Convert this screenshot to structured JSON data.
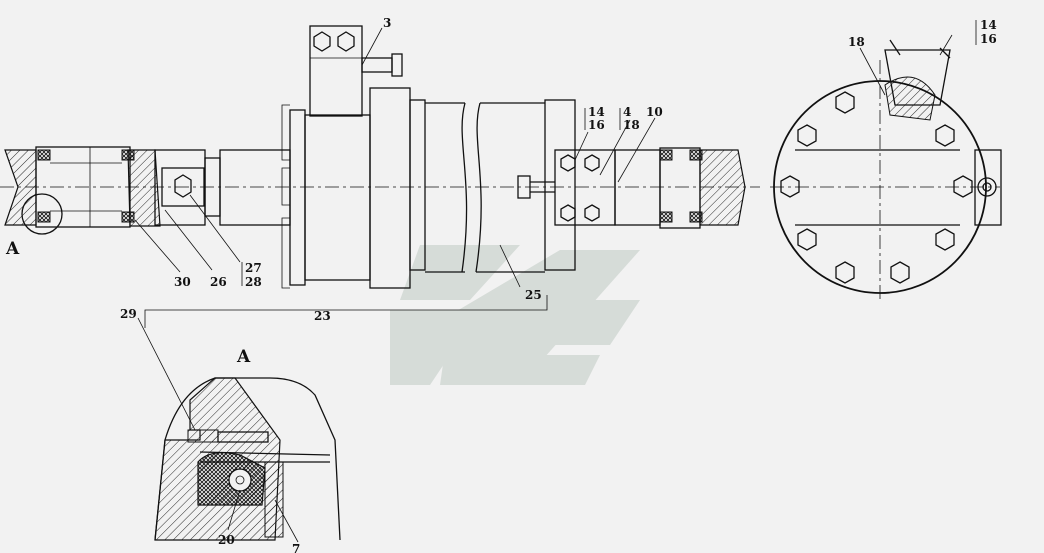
{
  "labels": {
    "l3": "3",
    "l14a": "14",
    "l16a": "16",
    "l4": "4",
    "l18a": "18",
    "l10": "10",
    "l18b": "18",
    "l14b": "14",
    "l16b": "16",
    "lA1": "A",
    "l30": "30",
    "l26": "26",
    "l27": "27",
    "l28": "28",
    "l25": "25",
    "l23": "23",
    "l29": "29",
    "lA2": "A",
    "l20": "20",
    "l7": "7"
  }
}
